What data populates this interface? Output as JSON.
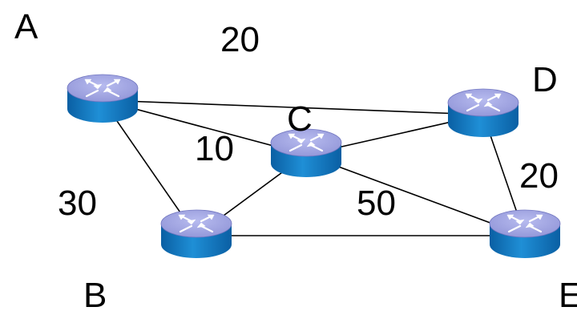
{
  "nodes": [
    {
      "id": "A",
      "label": "A"
    },
    {
      "id": "B",
      "label": "B"
    },
    {
      "id": "C",
      "label": "C"
    },
    {
      "id": "D",
      "label": "D"
    },
    {
      "id": "E",
      "label": "E"
    }
  ],
  "edges": [
    {
      "from": "A",
      "to": "D",
      "weight": "20"
    },
    {
      "from": "A",
      "to": "C",
      "weight": "10"
    },
    {
      "from": "A",
      "to": "B",
      "weight": "30"
    },
    {
      "from": "B",
      "to": "C",
      "weight": ""
    },
    {
      "from": "B",
      "to": "E",
      "weight": ""
    },
    {
      "from": "C",
      "to": "D",
      "weight": ""
    },
    {
      "from": "C",
      "to": "E",
      "weight": "50"
    },
    {
      "from": "D",
      "to": "E",
      "weight": "20"
    }
  ],
  "colors": {
    "router_top": "#8f93d6",
    "router_body": "#1f8fd6",
    "router_body_dark": "#0a5fa3",
    "edge": "#000000",
    "text": "#000000"
  },
  "icon": "router-icon"
}
